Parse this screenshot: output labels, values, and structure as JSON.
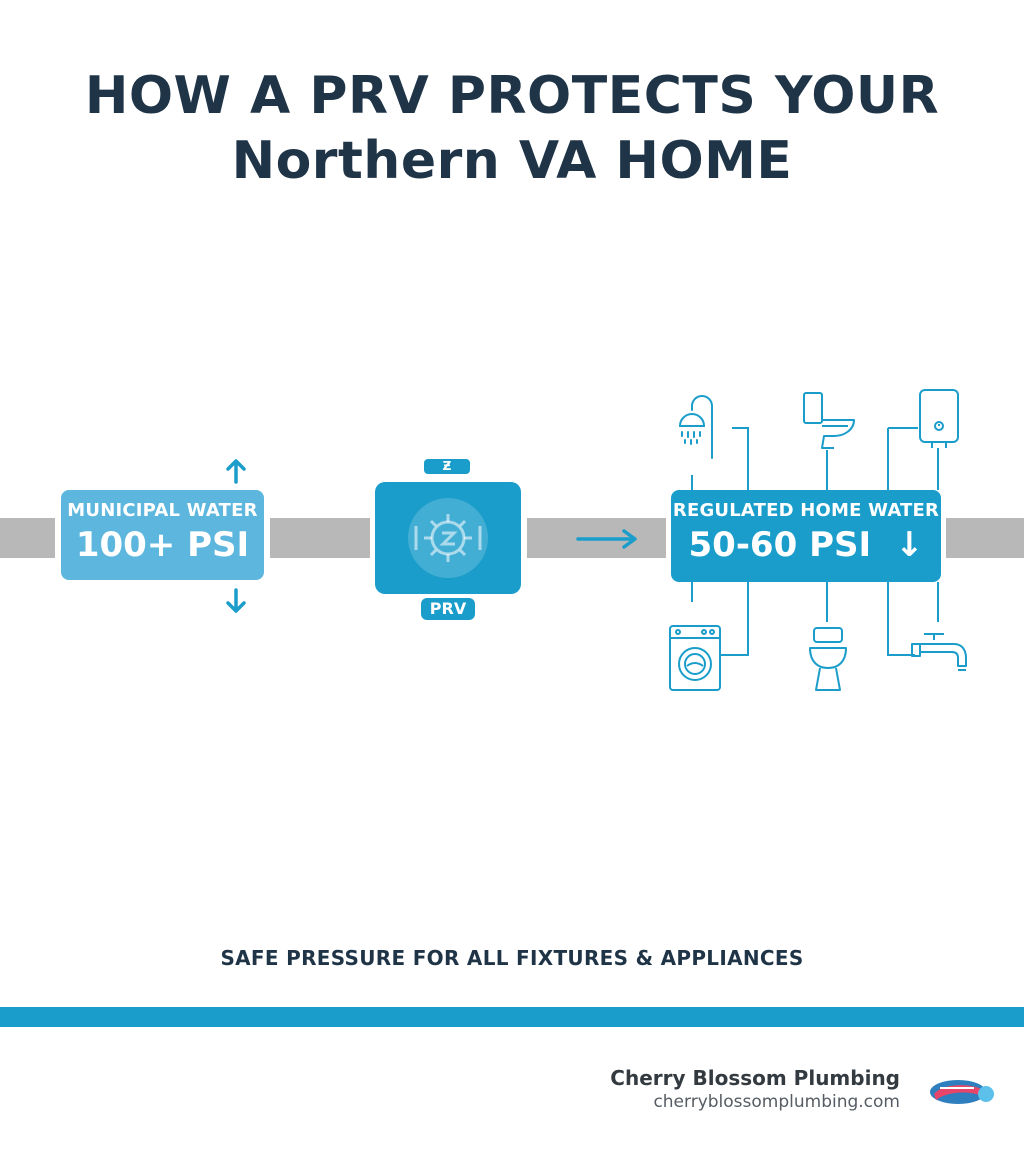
{
  "title": {
    "line1": "HOW A PRV PROTECTS YOUR",
    "line2": "Northern VA HOME"
  },
  "municipal": {
    "label": "MUNICIPAL WATER",
    "value": "100+ PSI"
  },
  "prv": {
    "tag": "PRV",
    "cap_glyph": "Ƶ"
  },
  "regulated": {
    "label": "REGULATED HOME WATER",
    "value": "50-60 PSI",
    "arrow": "↓"
  },
  "fixtures": [
    "shower-icon",
    "toilet-icon",
    "water-heater-icon",
    "washing-machine-icon",
    "toilet-icon",
    "faucet-icon"
  ],
  "footer": {
    "safe_text": "SAFE PRESSURE FOR ALL FIXTURES & APPLIANCES",
    "brand_name": "Cherry Blossom Plumbing",
    "brand_url": "cherryblossomplumbing.com"
  },
  "colors": {
    "primary": "#1a9dca",
    "light_blue": "#5cb6dd",
    "pipe": "#b8b8b8",
    "title": "#1f3447"
  }
}
